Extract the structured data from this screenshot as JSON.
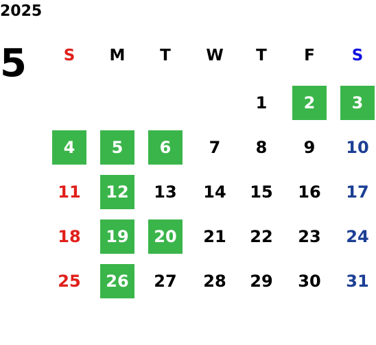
{
  "calendar": {
    "year": "2025",
    "month": "5",
    "weekdays": [
      "S",
      "M",
      "T",
      "W",
      "T",
      "F",
      "S"
    ],
    "first_weekday_index": 4,
    "days_in_month": 31,
    "highlighted_days": [
      2,
      3,
      4,
      5,
      6,
      12,
      19,
      20,
      26
    ],
    "colors": {
      "sunday": "#e0201b",
      "saturday": "#1c3f94",
      "saturday_header": "#1010e0",
      "weekday": "#000000",
      "highlight_bg": "#3ab54a",
      "highlight_text": "#ffffff"
    }
  }
}
